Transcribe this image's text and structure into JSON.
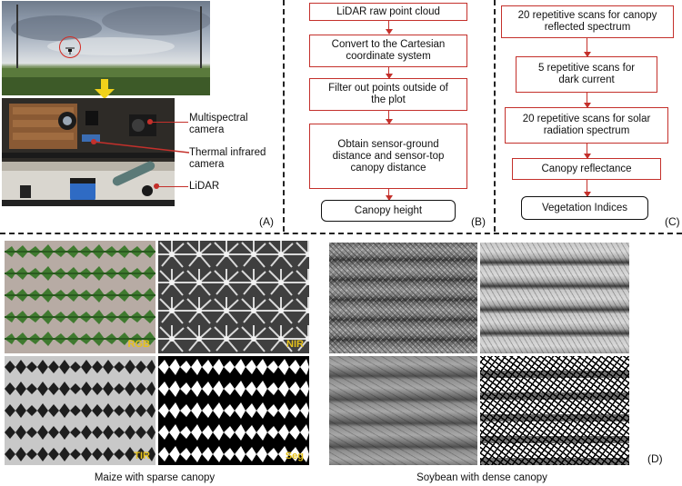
{
  "panel_a": {
    "letter": "(A)",
    "labels": [
      "Multispectral camera",
      "Thermal infrared camera",
      "LiDAR"
    ]
  },
  "panel_b": {
    "letter": "(B)",
    "steps": [
      "LiDAR raw point cloud",
      "Convert to the Cartesian coordinate system",
      "Filter out points outside of the plot",
      "Obtain sensor-ground distance and sensor-top canopy distance",
      "Canopy height"
    ]
  },
  "panel_c": {
    "letter": "(C)",
    "steps": [
      "20 repetitive scans for canopy reflected spectrum",
      "5 repetitive scans for dark current",
      "20 repetitive scans for solar radiation spectrum",
      "Canopy reflectance",
      "Vegetation Indices"
    ]
  },
  "panel_d": {
    "letter": "(D)",
    "maize_tiles": [
      "RGB",
      "NIR",
      "TIR",
      "Seg"
    ],
    "maize_caption": "Maize with sparse canopy",
    "soybean_caption": "Soybean with dense canopy"
  },
  "colors": {
    "flow_border": "#c4302b",
    "tile_label": "#e6c21c",
    "arrow": "#f2d21a"
  }
}
